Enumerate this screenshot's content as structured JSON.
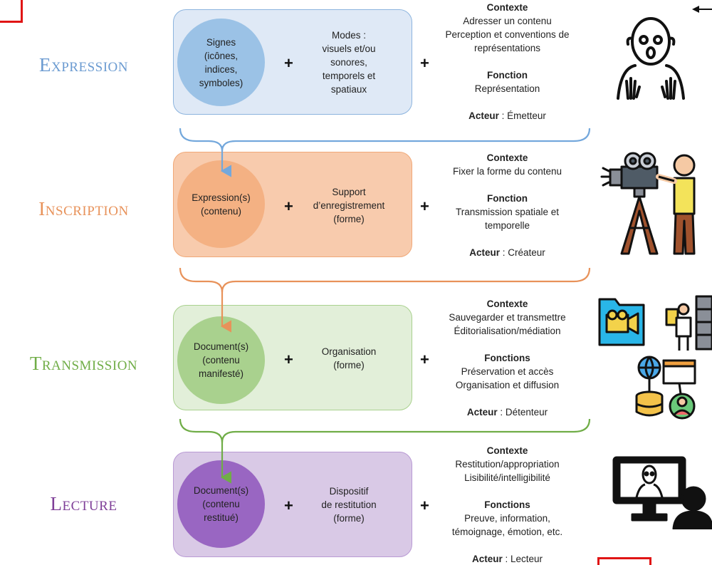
{
  "stages": [
    {
      "title": "Expression",
      "circle": [
        "Signes",
        "(icônes,",
        "indices,",
        "symboles)"
      ],
      "mode": [
        "Modes :",
        "visuels et/ou",
        "sonores,",
        "temporels et",
        "spatiaux"
      ],
      "context_heading": "Contexte",
      "context_lines": [
        "Adresser un contenu",
        "Perception et conventions de",
        "représentations"
      ],
      "function_heading": "Fonction",
      "function_lines": [
        "Représentation"
      ],
      "actor_key": "Acteur",
      "actor_value": " : Émetteur",
      "colors": {
        "panel_fill": "#dfe9f6",
        "panel_border": "#8cb4de",
        "circle": "#9bc2e6",
        "title": "#6b9bd1",
        "bracket": "#74a8dc"
      },
      "icon": "surprised-person-icon"
    },
    {
      "title": "Inscription",
      "circle": [
        "Expression(s)",
        "(contenu)"
      ],
      "mode": [
        "Support",
        "d’enregistrement",
        "(forme)"
      ],
      "context_heading": "Contexte",
      "context_lines": [
        "Fixer la forme du contenu"
      ],
      "function_heading": "Fonction",
      "function_lines": [
        "Transmission spatiale et",
        "temporelle"
      ],
      "actor_key": "Acteur",
      "actor_value": " : Créateur",
      "colors": {
        "panel_fill": "#f8cbad",
        "panel_border": "#f0a878",
        "circle": "#f4b183",
        "title": "#e8925a",
        "bracket": "#e8925a"
      },
      "icon": "camera-operator-icon"
    },
    {
      "title": "Transmission",
      "circle": [
        "Document(s)",
        "(contenu",
        "manifesté)"
      ],
      "mode": [
        "Organisation",
        "(forme)"
      ],
      "context_heading": "Contexte",
      "context_lines": [
        "Sauvegarder et transmettre",
        "Éditorialisation/médiation"
      ],
      "function_heading": "Fonctions",
      "function_lines": [
        "Préservation et accès",
        "Organisation et diffusion"
      ],
      "actor_key": "Acteur",
      "actor_value": " : Détenteur",
      "colors": {
        "panel_fill": "#e2efd9",
        "panel_border": "#a9d18e",
        "circle": "#a9d18e",
        "title": "#70ad47",
        "bracket": "#70ad47"
      },
      "icon": "archive-network-icon"
    },
    {
      "title": "Lecture",
      "circle": [
        "Document(s)",
        "(contenu",
        "restitué)"
      ],
      "mode": [
        "Dispositif",
        "de restitution",
        "(forme)"
      ],
      "context_heading": "Contexte",
      "context_lines": [
        "Restitution/appropriation",
        "Lisibilité/intelligibilité"
      ],
      "function_heading": "Fonctions",
      "function_lines": [
        "Preuve, information,",
        "témoignage, émotion, etc."
      ],
      "actor_key": "Acteur",
      "actor_value": " : Lecteur",
      "colors": {
        "panel_fill": "#d9c9e6",
        "panel_border": "#b99ad4",
        "circle": "#9966c2",
        "title": "#7f3f98",
        "bracket": "#70ad47"
      },
      "icon": "screen-viewer-icon"
    }
  ]
}
